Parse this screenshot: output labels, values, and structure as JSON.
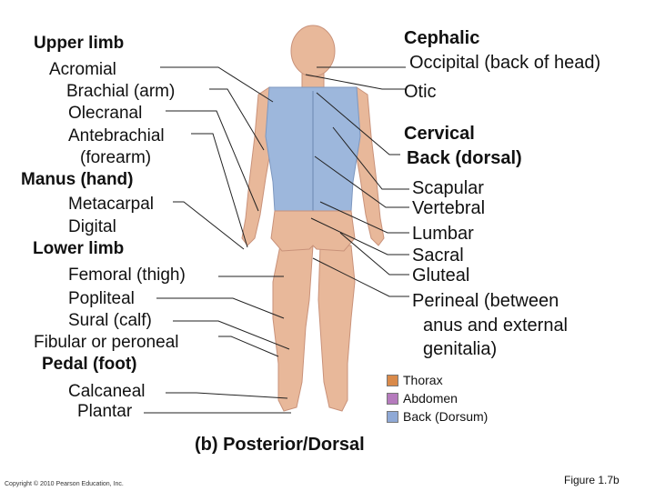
{
  "left_labels": {
    "upper_limb": "Upper limb",
    "acromial": "Acromial",
    "brachial": "Brachial (arm)",
    "olecranal": "Olecranal",
    "antebrachial": "Antebrachial",
    "forearm": "(forearm)",
    "manus": "Manus (hand)",
    "metacarpal": "Metacarpal",
    "digital": "Digital",
    "lower_limb": "Lower limb",
    "femoral": "Femoral (thigh)",
    "popliteal": "Popliteal",
    "sural": "Sural (calf)",
    "fibular": "Fibular or peroneal",
    "pedal": "Pedal (foot)",
    "calcaneal": "Calcaneal",
    "plantar": "Plantar"
  },
  "right_labels": {
    "cephalic": "Cephalic",
    "occipital": "Occipital (back of head)",
    "otic": "Otic",
    "cervical": "Cervical",
    "back": "Back (dorsal)",
    "scapular": "Scapular",
    "vertebral": "Vertebral",
    "lumbar": "Lumbar",
    "sacral": "Sacral",
    "gluteal": "Gluteal",
    "perineal_1": "Perineal (between",
    "perineal_2": "anus and external",
    "perineal_3": "genitalia)"
  },
  "legend": [
    {
      "label": "Thorax",
      "color": "#d98a4a"
    },
    {
      "label": "Abdomen",
      "color": "#b57bbd"
    },
    {
      "label": "Back (Dorsum)",
      "color": "#8fa9d6"
    }
  ],
  "caption": "(b) Posterior/Dorsal",
  "copyright": "Copyright © 2010 Pearson Education, Inc.",
  "figure_number": "Figure 1.7b",
  "colors": {
    "skin": "#e8b89a",
    "back": "#9db7dc",
    "skin_shadow": "#d49e80"
  }
}
